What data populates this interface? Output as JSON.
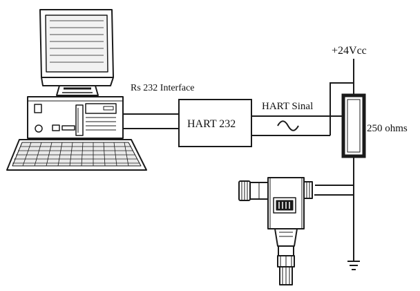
{
  "diagram": {
    "supply_label": "+24Vcc",
    "interface_label": "Rs 232 Interface",
    "signal_label": "HART Sinal",
    "modem_label": "HART 232",
    "resistor_label": "250 ohms",
    "stroke_color": "#1a1a1a",
    "background_color": "#ffffff",
    "icons": [
      "computer-icon",
      "pressure-transmitter-icon",
      "ground-symbol-icon",
      "sine-wave-icon"
    ]
  }
}
